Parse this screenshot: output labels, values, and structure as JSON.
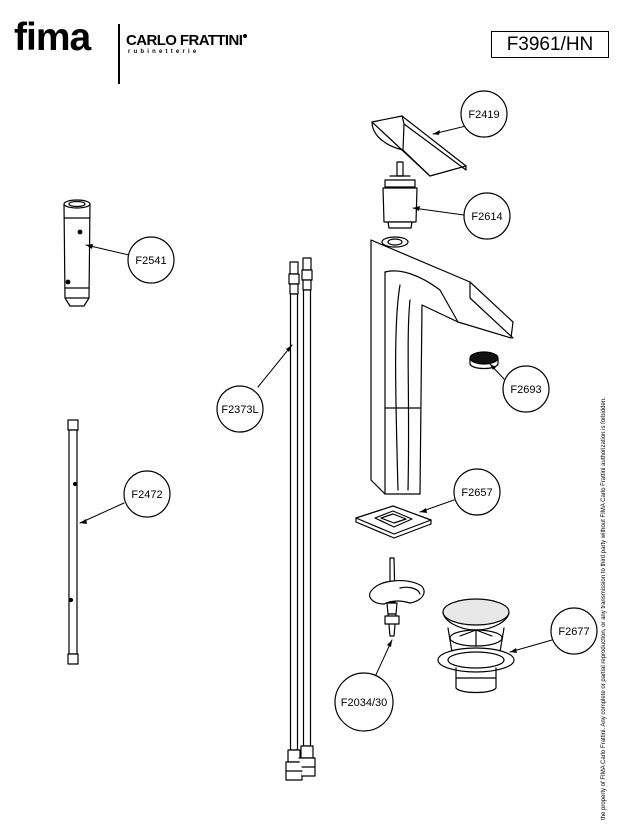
{
  "header": {
    "brand": "fima",
    "brand_sub": "CARLO FRATTINI",
    "brand_sub2": "rubinetterie",
    "model": "F3961/HN"
  },
  "parts": [
    {
      "id": "F2419"
    },
    {
      "id": "F2614"
    },
    {
      "id": "F2541"
    },
    {
      "id": "F2373L"
    },
    {
      "id": "F2693"
    },
    {
      "id": "F2472"
    },
    {
      "id": "F2657"
    },
    {
      "id": "F2677"
    },
    {
      "id": "F2034/30"
    }
  ],
  "side_note": "the property of FIMA Carlo Frattini. Any complete or partial reproduction, or any transmission to third party without FIMA Carlo Frattini authorization is forbidden."
}
